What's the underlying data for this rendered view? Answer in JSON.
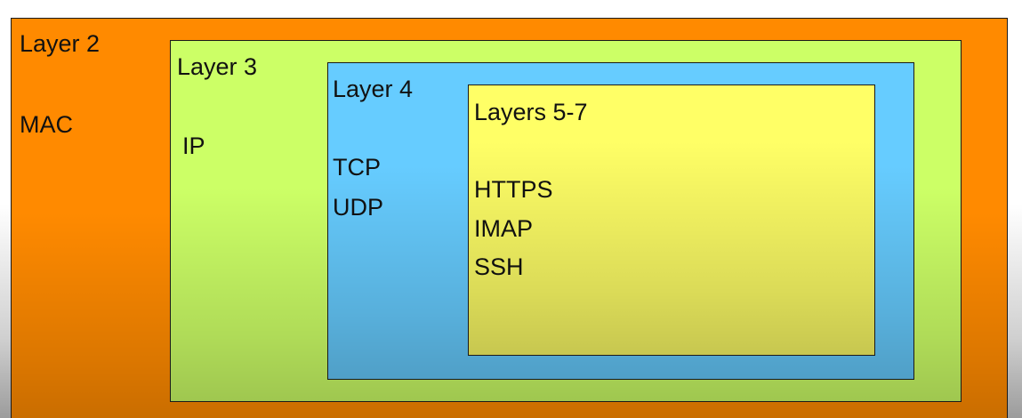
{
  "layer2": {
    "title": "Layer 2",
    "protocols": [
      "MAC"
    ],
    "color": "#ff8a00"
  },
  "layer3": {
    "title": "Layer 3",
    "protocols": [
      "IP"
    ],
    "color": "#ccff66"
  },
  "layer4": {
    "title": "Layer 4",
    "protocols": [
      "TCP",
      "UDP"
    ],
    "color": "#66ccff"
  },
  "layers57": {
    "title": "Layers 5-7",
    "protocols": [
      "HTTPS",
      "IMAP",
      "SSH"
    ],
    "color": "#ffff66"
  }
}
